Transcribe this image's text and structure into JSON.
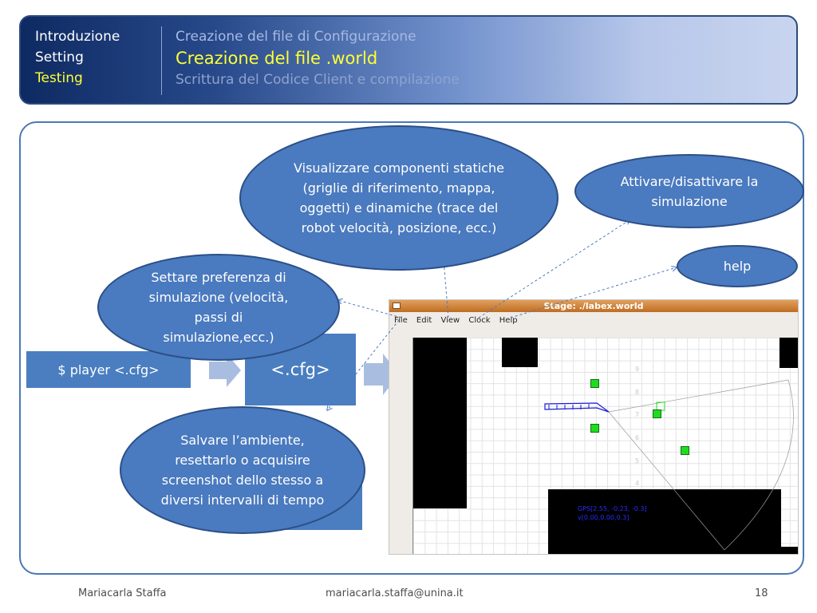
{
  "header": {
    "nav_items": [
      {
        "label": "Introduzione",
        "active": false
      },
      {
        "label": "Setting",
        "active": false
      },
      {
        "label": "Testing",
        "active": true
      }
    ],
    "sub_items": [
      {
        "label": "Creazione del file di Configurazione"
      },
      {
        "label": "Creazione del file .world"
      },
      {
        "label": "Scrittura del Codice Client e compilazione"
      }
    ]
  },
  "diagram": {
    "player_box": "$ player  <.cfg>",
    "cfg_box": "<.cfg>",
    "callouts": {
      "visualizzare": "Visualizzare  componenti statiche (griglie di riferimento, mappa, oggetti) e dinamiche (trace del robot velocità, posizione, ecc.)",
      "attivare": "Attivare/disattivare la simulazione",
      "help": "help",
      "settare": "Settare preferenza di simulazione (velocità, passi di simulazione,ecc.)",
      "salvare": "Salvare l’ambiente, resettarlo o acquisire screenshot dello stesso a diversi intervalli di tempo"
    }
  },
  "stage_window": {
    "title": "Stage: ./labex.world",
    "menu": [
      "File",
      "Edit",
      "View",
      "Clock",
      "Help"
    ],
    "axis_numbers": [
      "9",
      "8",
      "7",
      "6",
      "5",
      "4"
    ],
    "gps_text": "GPS[2.55, -0.23, -0.3]",
    "v_text": "v[0.00,0.00,0.3]"
  },
  "footer": {
    "author": "Mariacarla Staffa",
    "email": "mariacarla.staffa@unina.it",
    "page": "18"
  },
  "colors": {
    "accent_yellow": "#ffff33",
    "callout_blue": "#4a7abf",
    "box_blue": "#4a7ec0",
    "arrow_light": "#a9bde0"
  }
}
